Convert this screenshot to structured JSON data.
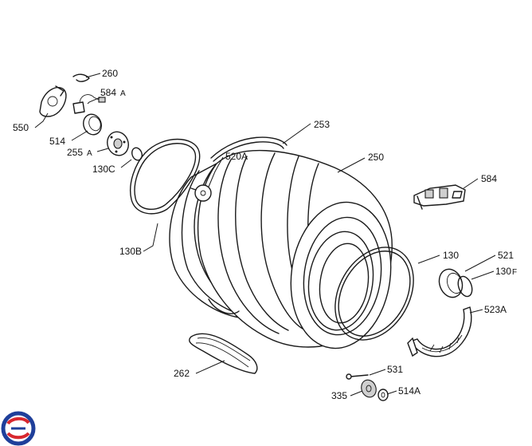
{
  "labels": {
    "p260": "260",
    "p584A": "584",
    "p584A_suffix": "A",
    "p550": "550",
    "p514": "514",
    "p255A": "255",
    "p255A_suffix": "A",
    "p130C": "130C",
    "p253": "253",
    "p520A": "520A",
    "p250": "250",
    "p584": "584",
    "p130B": "130B",
    "p130": "130",
    "p521": "521",
    "p130F": "130",
    "p130F_suffix": "F",
    "p523A": "523A",
    "p262": "262",
    "p531": "531",
    "p335": "335",
    "p514A": "514A"
  },
  "colors": {
    "logo_blue": "#1f3f9a",
    "logo_red": "#d8282f"
  },
  "icons": {
    "logo": "brand-logo-icon"
  }
}
